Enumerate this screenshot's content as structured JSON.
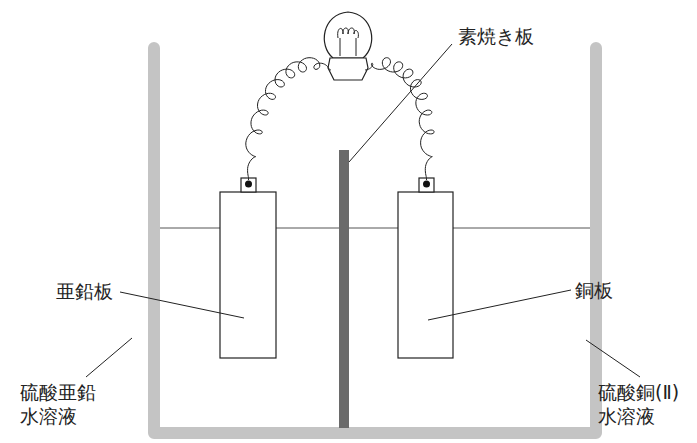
{
  "diagram": {
    "labels": [
      "素焼き板",
      "亜鉛板",
      "銅板",
      "硫酸亜鉛 水溶液",
      "硫酸銅(Ⅱ) 水溶液"
    ]
  }
}
